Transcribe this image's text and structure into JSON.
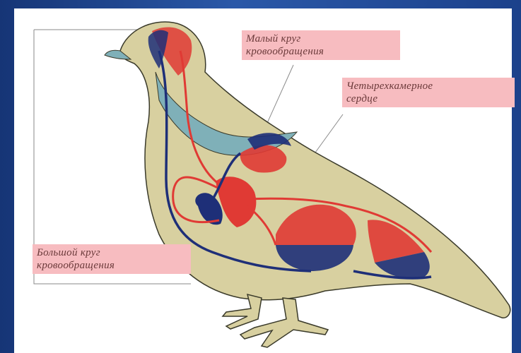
{
  "labels": {
    "small_circle": {
      "line1": "Малый круг",
      "line2": "кровообращения"
    },
    "four_chamber_heart": {
      "line1": "Четырехкамерное",
      "line2": "сердце"
    },
    "big_circle": {
      "line1": "Большой круг",
      "line2": "кровообращения"
    }
  },
  "colors": {
    "body": "#d8d0a0",
    "arterial": "#e03a34",
    "venous": "#1e2f78",
    "lung": "#7fb0b8",
    "label_bg": "#f7bcc0",
    "background": "#1b3f86"
  }
}
